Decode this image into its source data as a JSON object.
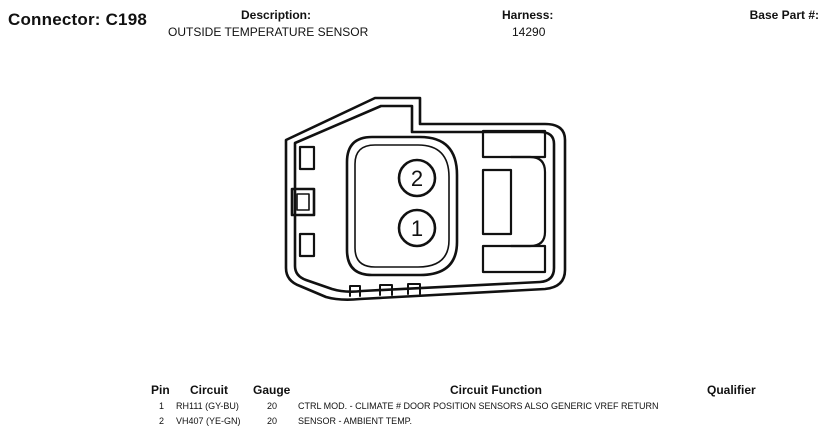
{
  "header": {
    "title": "Connector: C198",
    "description_label": "Description:",
    "description_value": "OUTSIDE TEMPERATURE SENSOR",
    "harness_label": "Harness:",
    "harness_value": "14290",
    "base_part_label": "Base Part #:"
  },
  "connector": {
    "pins": [
      "2",
      "1"
    ]
  },
  "table": {
    "headers": {
      "pin": "Pin",
      "circuit": "Circuit",
      "gauge": "Gauge",
      "function": "Circuit Function",
      "qualifier": "Qualifier"
    },
    "rows": [
      {
        "pin": "1",
        "circuit": "RH111 (GY-BU)",
        "gauge": "20",
        "function": "CTRL MOD. - CLIMATE # DOOR POSITION SENSORS ALSO GENERIC VREF RETURN"
      },
      {
        "pin": "2",
        "circuit": "VH407 (YE-GN)",
        "gauge": "20",
        "function": "SENSOR - AMBIENT TEMP."
      }
    ]
  }
}
